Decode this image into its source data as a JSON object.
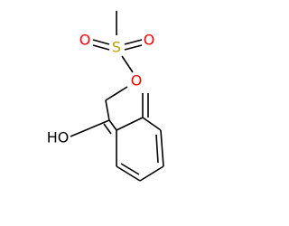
{
  "structure": {
    "atoms": {
      "sulfur": {
        "symbol": "S",
        "color": "#b8a200"
      },
      "oxygen_left": {
        "symbol": "O",
        "color": "#ff0000"
      },
      "oxygen_right": {
        "symbol": "O",
        "color": "#ff0000"
      },
      "oxygen_ester": {
        "symbol": "O",
        "color": "#ff0000"
      },
      "hydroxyl": {
        "symbol": "HO",
        "color": "#000000"
      }
    },
    "bond_color": "#000000"
  }
}
